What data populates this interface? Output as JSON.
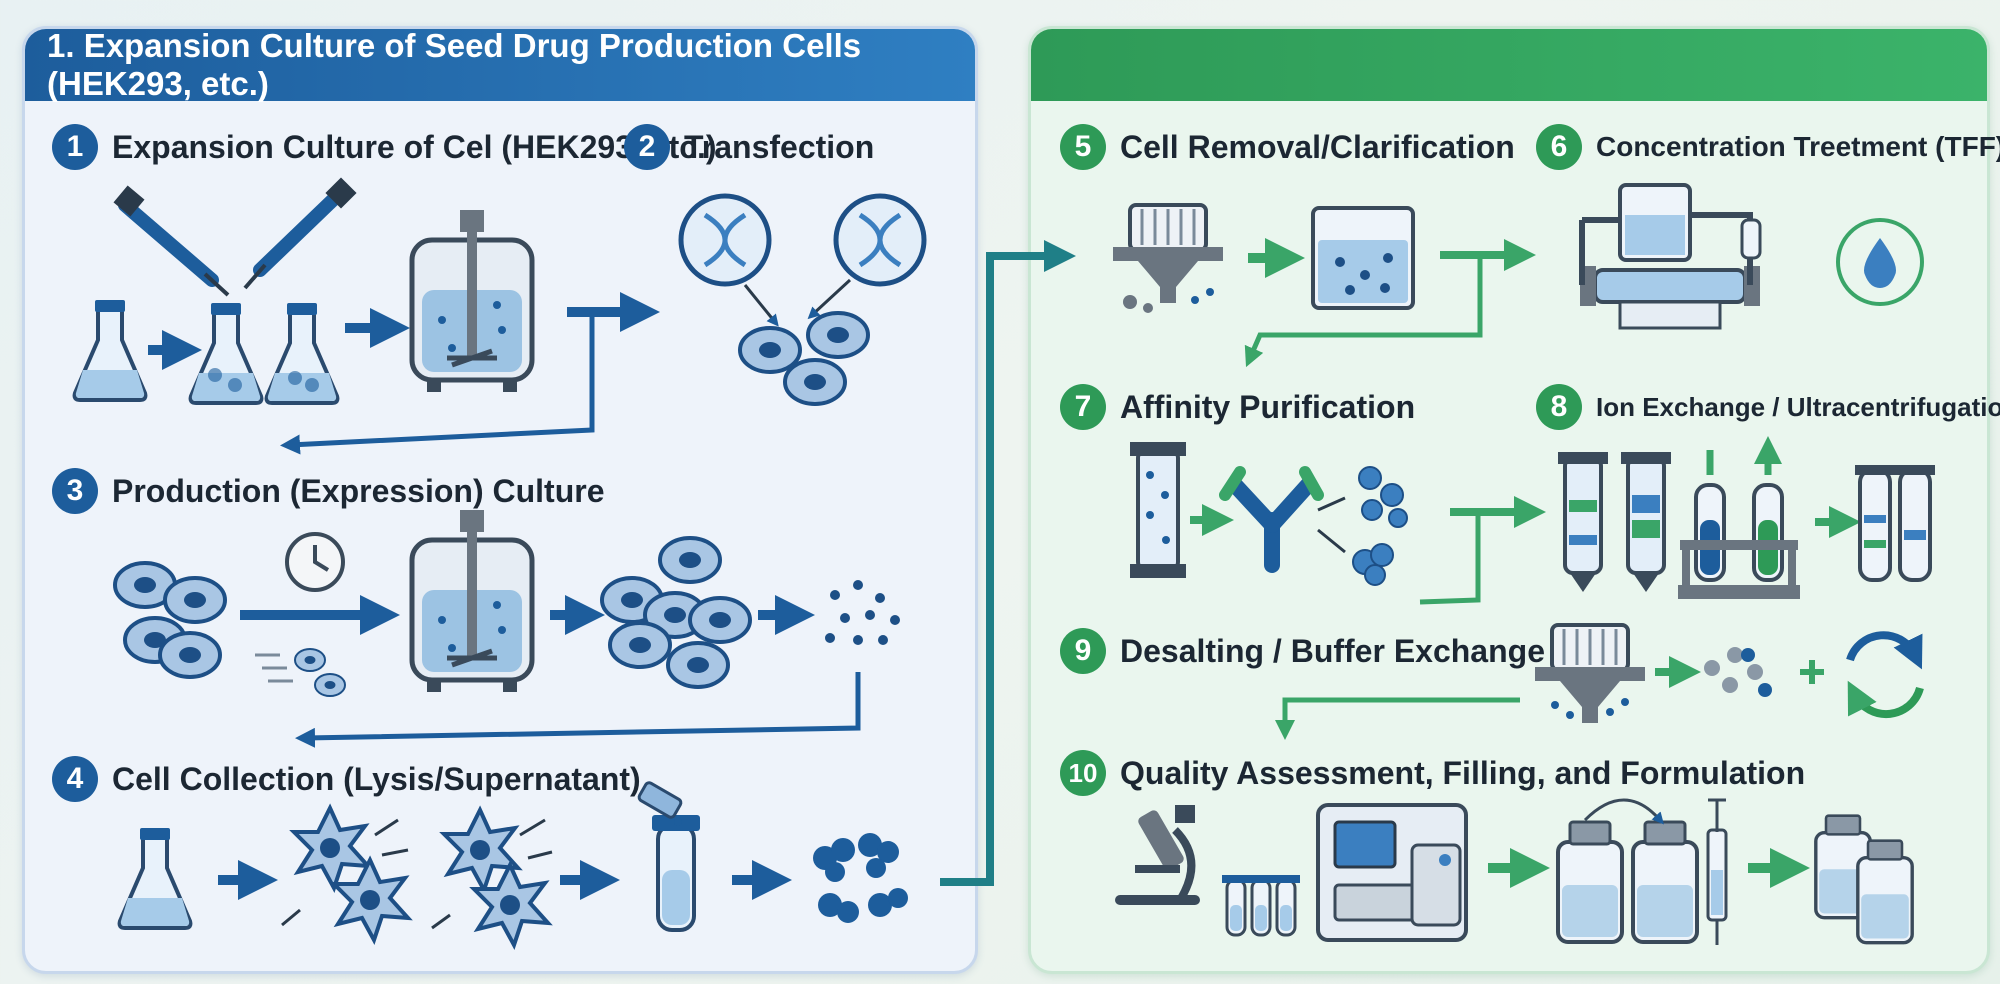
{
  "left_panel": {
    "title": "1. Expansion Culture of Seed Drug Production Cells (HEK293, etc.)",
    "steps": [
      {
        "number": "1",
        "label": "Expansion Culture of Cel (HEK293, etc.)"
      },
      {
        "number": "2",
        "label": "Transfection"
      },
      {
        "number": "3",
        "label": "Production (Expression) Culture"
      },
      {
        "number": "4",
        "label": "Cell Collection (Lysis/Supernatant)"
      }
    ]
  },
  "right_panel": {
    "title": "",
    "steps": [
      {
        "number": "5",
        "label": "Cell Removal/Clarification"
      },
      {
        "number": "6",
        "label": "Concentration Treetment (TFF)"
      },
      {
        "number": "7",
        "label": "Affinity Purification"
      },
      {
        "number": "8",
        "label": "Ion Exchange / Ultracentrifugation"
      },
      {
        "number": "9",
        "label": "Desalting / Buffer Exchange"
      },
      {
        "number": "10",
        "label": "Quality Assessment, Filling, and Formulation"
      }
    ]
  },
  "icons": {
    "left": [
      "pipette-icon",
      "flask-icon",
      "bioreactor-icon",
      "dna-plasmid-icon",
      "cell-icon",
      "clock-icon",
      "particle-icon",
      "broken-cell-icon",
      "tube-icon",
      "virus-particle-icon"
    ],
    "right": [
      "filter-icon",
      "beaker-icon",
      "tff-system-icon",
      "droplet-icon",
      "column-icon",
      "antibody-icon",
      "tube-rack-icon",
      "recycle-icon",
      "microscope-icon",
      "analyzer-icon",
      "vial-icon",
      "syringe-icon"
    ]
  },
  "colors": {
    "blue": "#1d5d9c",
    "green": "#2e9a57",
    "arrow_blue": "#1d5d9c",
    "arrow_green": "#3aa568"
  }
}
